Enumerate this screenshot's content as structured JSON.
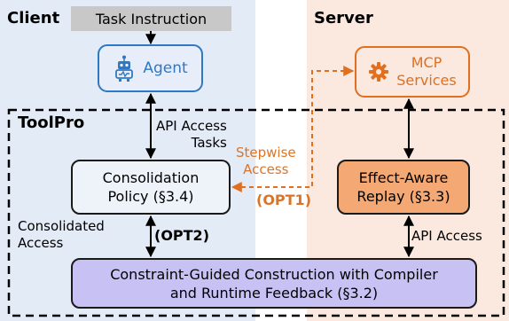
{
  "client": {
    "title": "Client",
    "task_instruction": "Task Instruction"
  },
  "server": {
    "title": "Server"
  },
  "toolpro": {
    "title": "ToolPro"
  },
  "agent": {
    "label": "Agent",
    "icon": "robot-icon"
  },
  "mcp": {
    "label_line1": "MCP",
    "label_line2": "Services",
    "icon": "gear-icon"
  },
  "policy": {
    "line1": "Consolidation",
    "line2": "Policy (§3.4)"
  },
  "replay": {
    "line1": "Effect-Aware",
    "line2": "Replay (§3.3)"
  },
  "construction": {
    "line1": "Constraint-Guided Construction with Compiler",
    "line2": "and Runtime Feedback (§3.2)"
  },
  "labels": {
    "api_access": "API Access",
    "tasks": "Tasks",
    "stepwise": "Stepwise",
    "access": "Access",
    "opt1": "(OPT1)",
    "consolidated": "Consolidated",
    "consolidated_access": "Access",
    "opt2": "(OPT2)",
    "api_access_right": "API Access"
  },
  "colors": {
    "client_bg": "#e3ebf7",
    "server_bg": "#fbe9df",
    "agent_accent": "#2f78c4",
    "mcp_accent": "#e07020",
    "replay_fill": "#f4a974",
    "construction_fill": "#c8c2f4",
    "stepwise_text": "#d9752a"
  }
}
